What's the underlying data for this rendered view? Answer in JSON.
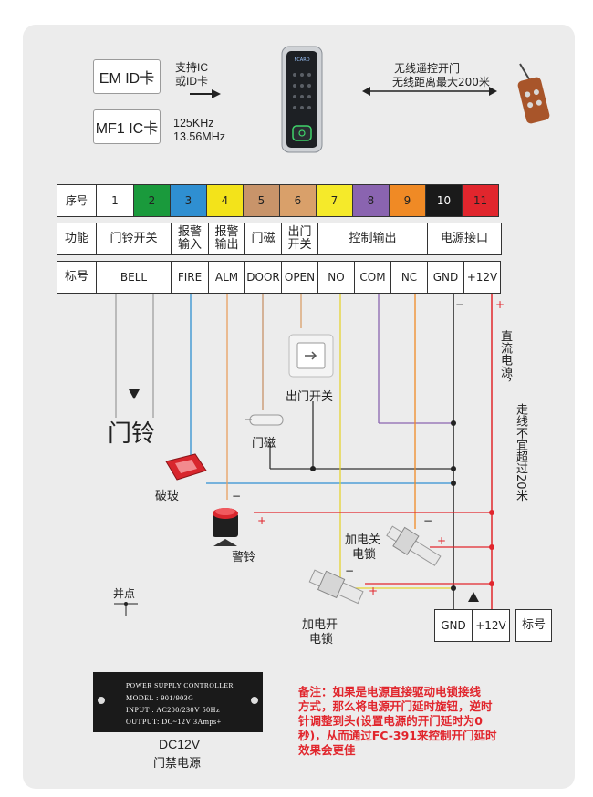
{
  "cards": {
    "em": "EM ID卡",
    "mf1": "MF1 IC卡",
    "support_line1": "支持IC",
    "support_line2": "或ID卡",
    "freq1": "125KHz",
    "freq2": "13.56MHz"
  },
  "reader": {
    "brand": "FCARD"
  },
  "remote": {
    "line1": "无线遥控开门",
    "line2": "无线距离最大200米"
  },
  "table": {
    "row_labels": {
      "seq": "序号",
      "func": "功能",
      "mark": "标号"
    },
    "seq": [
      {
        "n": "1",
        "color": "#ffffff",
        "text": "#222222"
      },
      {
        "n": "2",
        "color": "#1a9a3c",
        "text": "#222222"
      },
      {
        "n": "3",
        "color": "#2f8fd1",
        "text": "#222222"
      },
      {
        "n": "4",
        "color": "#f3e31a",
        "text": "#222222"
      },
      {
        "n": "5",
        "color": "#c8946a",
        "text": "#222222"
      },
      {
        "n": "6",
        "color": "#d9a06a",
        "text": "#222222"
      },
      {
        "n": "7",
        "color": "#f5ea2a",
        "text": "#222222"
      },
      {
        "n": "8",
        "color": "#8a64b0",
        "text": "#222222"
      },
      {
        "n": "9",
        "color": "#f08a25",
        "text": "#222222"
      },
      {
        "n": "10",
        "color": "#1a1a1a",
        "text": "#ffffff"
      },
      {
        "n": "11",
        "color": "#e1262d",
        "text": "#222222"
      }
    ],
    "func": {
      "bell": "门铃开关",
      "alarm_in_1": "报警",
      "alarm_in_2": "输入",
      "alarm_out_1": "报警",
      "alarm_out_2": "输出",
      "door_sensor": "门磁",
      "exit_1": "出门",
      "exit_2": "开关",
      "control": "控制输出",
      "power": "电源接口"
    },
    "marks": {
      "bell": "BELL",
      "fire": "FIRE",
      "alm": "ALM",
      "door": "DOOR",
      "open": "OPEN",
      "no": "NO",
      "com": "COM",
      "nc": "NC",
      "gnd": "GND",
      "v12": "+12V"
    }
  },
  "devices": {
    "doorbell": "门铃",
    "exit_button": "出门开关",
    "door_sensor": "门磁",
    "break_glass": "破玻",
    "siren": "警铃",
    "lock_close_1": "加电关",
    "lock_close_2": "电锁",
    "lock_open_1": "加电开",
    "lock_open_2": "电锁",
    "junction": "并点",
    "dc_note_1": "直流电源，",
    "dc_note_2": "走线不宜超过20米"
  },
  "bottom_terminal": {
    "gnd": "GND",
    "v12": "+12V",
    "label": "标号"
  },
  "psu": {
    "title": "POWER SUPPLY CONTROLLER",
    "model": "MODEL : 901/903G",
    "input": "INPUT  : AC200/230V   50Hz",
    "output": "OUTPUT: DC~12V  3Amps+",
    "caption1": "DC12V",
    "caption2": "门禁电源"
  },
  "note": {
    "lines": [
      "备注：如果是电源直接驱动电锁接线",
      "方式，那么将电源开门延时旋钮，逆时",
      "针调整到头(设置电源的开门延时为0",
      "秒)，从而通过FC-391来控制开门延时",
      "效果会更佳"
    ]
  },
  "colors": {
    "red_wire": "#e1262d",
    "blue_wire": "#2f8fd1",
    "orange_wire": "#e8a060",
    "yellow_wire": "#e6d430",
    "purple_wire": "#8a64b0",
    "black_wire": "#222222",
    "gray_wire": "#9a9a9a",
    "panel_bg": "#ececec"
  }
}
